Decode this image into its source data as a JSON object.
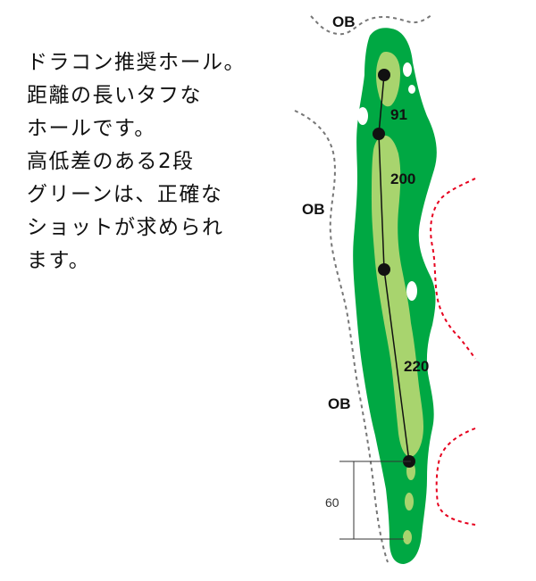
{
  "description": {
    "lines": [
      "ドラコン推奨ホール。",
      "距離の長いタフな",
      "ホールです。",
      "高低差のある2段",
      "グリーンは、正確な",
      "ショットが求められ",
      "ます。"
    ]
  },
  "hole_map": {
    "ob_labels": [
      "OB",
      "OB",
      "OB"
    ],
    "distance_labels": [
      "91",
      "200",
      "220"
    ],
    "dimension_label": "60",
    "colors": {
      "rough": "#00A843",
      "fairway": "#A8D46E",
      "bunker": "#FFFFFF",
      "ob_line": "#777777",
      "hazard_line": "#E6001E",
      "route": "#111111"
    }
  }
}
